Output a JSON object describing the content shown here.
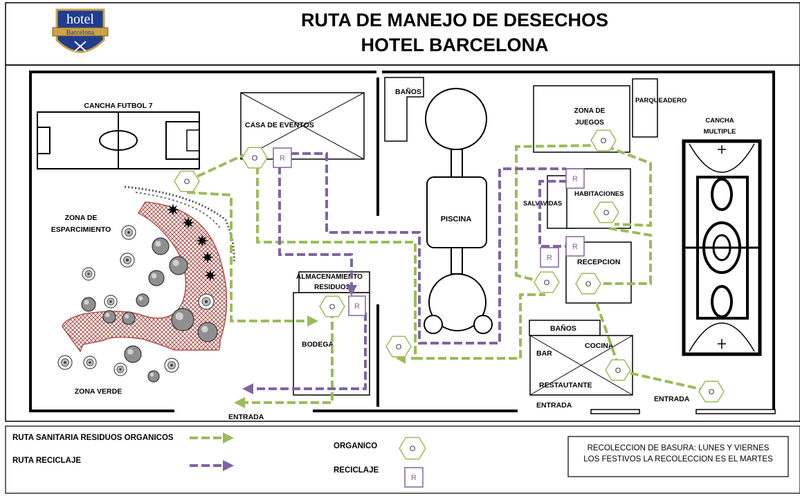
{
  "header": {
    "logo_text_top": "hotel",
    "logo_text_band": "Barcelona",
    "title_line1": "RUTA DE MANEJO DE DESECHOS",
    "title_line2": "HOTEL BARCELONA"
  },
  "areas": {
    "cancha_futbol": "CANCHA FUTBOL 7",
    "casa_eventos": "CASA DE EVENTOS",
    "banos_top": "BAÑOS",
    "zona_juegos_1": "ZONA DE",
    "zona_juegos_2": "JUEGOS",
    "parqueadero": "PARQUEADERO",
    "cancha_multiple_1": "CANCHA",
    "cancha_multiple_2": "MULTIPLE",
    "zona_esparcimiento_1": "ZONA DE",
    "zona_esparcimiento_2": "ESPARCIMIENTO",
    "piscina": "PISCINA",
    "salvavidas": "SALVAVIDAS",
    "habitaciones": "HABITACIONES",
    "recepcion": "RECEPCION",
    "almacenamiento_1": "ALMACENAMIENTO",
    "almacenamiento_2": "RESIDUOS",
    "bodega": "BODEGA",
    "banos_bottom": "BAÑOS",
    "bar": "BAR",
    "cocina": "COCINA",
    "restaurante": "RESTAUTANTE",
    "zona_verde": "ZONA VERDE",
    "entrada_left": "ENTRADA",
    "entrada_mid": "ENTRADA",
    "entrada_right": "ENTRADA"
  },
  "markers": {
    "organic_symbol": "O",
    "recycle_symbol": "R"
  },
  "legend": {
    "route_organic": "RUTA SANITARIA RESIDUOS ORGANICOS",
    "route_recycle": "RUTA RECICLAJE",
    "organic": "ORGANICO",
    "recycle": "RECICLAJE",
    "schedule_line1": "RECOLECCION DE BASURA: LUNES Y VIERNES",
    "schedule_line2": "LOS FESTIVOS LA RECOLECCION ES EL MARTES"
  },
  "colors": {
    "organic_route": "#9bbb59",
    "recycle_route": "#8064a2",
    "organic_marker_stroke": "#9bbb59",
    "recycle_marker_stroke": "#8064a2",
    "logo_blue": "#1f3c8f",
    "logo_gold": "#c9a24a",
    "hatch_red": "#b0504a"
  }
}
